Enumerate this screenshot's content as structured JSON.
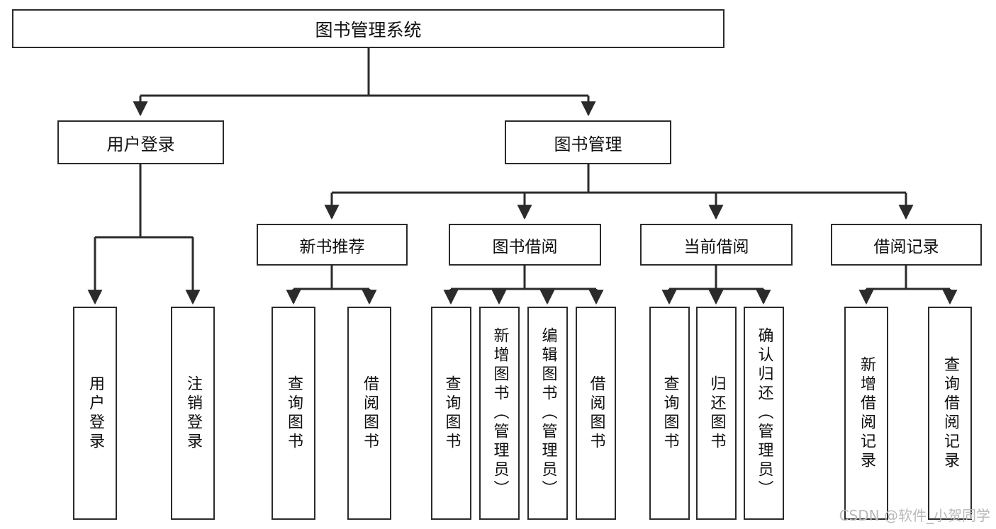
{
  "diagram": {
    "title": "图书管理系统",
    "watermark": "CSDN @软件_小贺同学",
    "stroke_color": "#2b2b2b",
    "text_color": "#111111",
    "background_color": "#ffffff",
    "watermark_color": "#b9b9b9",
    "type": "tree-hierarchy-diagram",
    "levels": 4
  },
  "nodes": {
    "root": {
      "label": "图书管理系统"
    },
    "level2": [
      {
        "label": "用户登录"
      },
      {
        "label": "图书管理"
      }
    ],
    "level3": [
      {
        "label": "新书推荐"
      },
      {
        "label": "图书借阅"
      },
      {
        "label": "当前借阅"
      },
      {
        "label": "借阅记录"
      }
    ],
    "leaves": {
      "user_login": [
        {
          "label": "用户登录"
        },
        {
          "label": "注销登录"
        }
      ],
      "new_book": [
        {
          "label": "查询图书"
        },
        {
          "label": "借阅图书"
        }
      ],
      "book_borrow": [
        {
          "label": "查询图书"
        },
        {
          "label": "新增图书（管理员）"
        },
        {
          "label": "编辑图书（管理员）"
        },
        {
          "label": "借阅图书"
        }
      ],
      "current_borrow": [
        {
          "label": "查询图书"
        },
        {
          "label": "归还图书"
        },
        {
          "label": "确认归还（管理员）"
        }
      ],
      "borrow_record": [
        {
          "label": "新增借阅记录"
        },
        {
          "label": "查询借阅记录"
        }
      ]
    }
  }
}
